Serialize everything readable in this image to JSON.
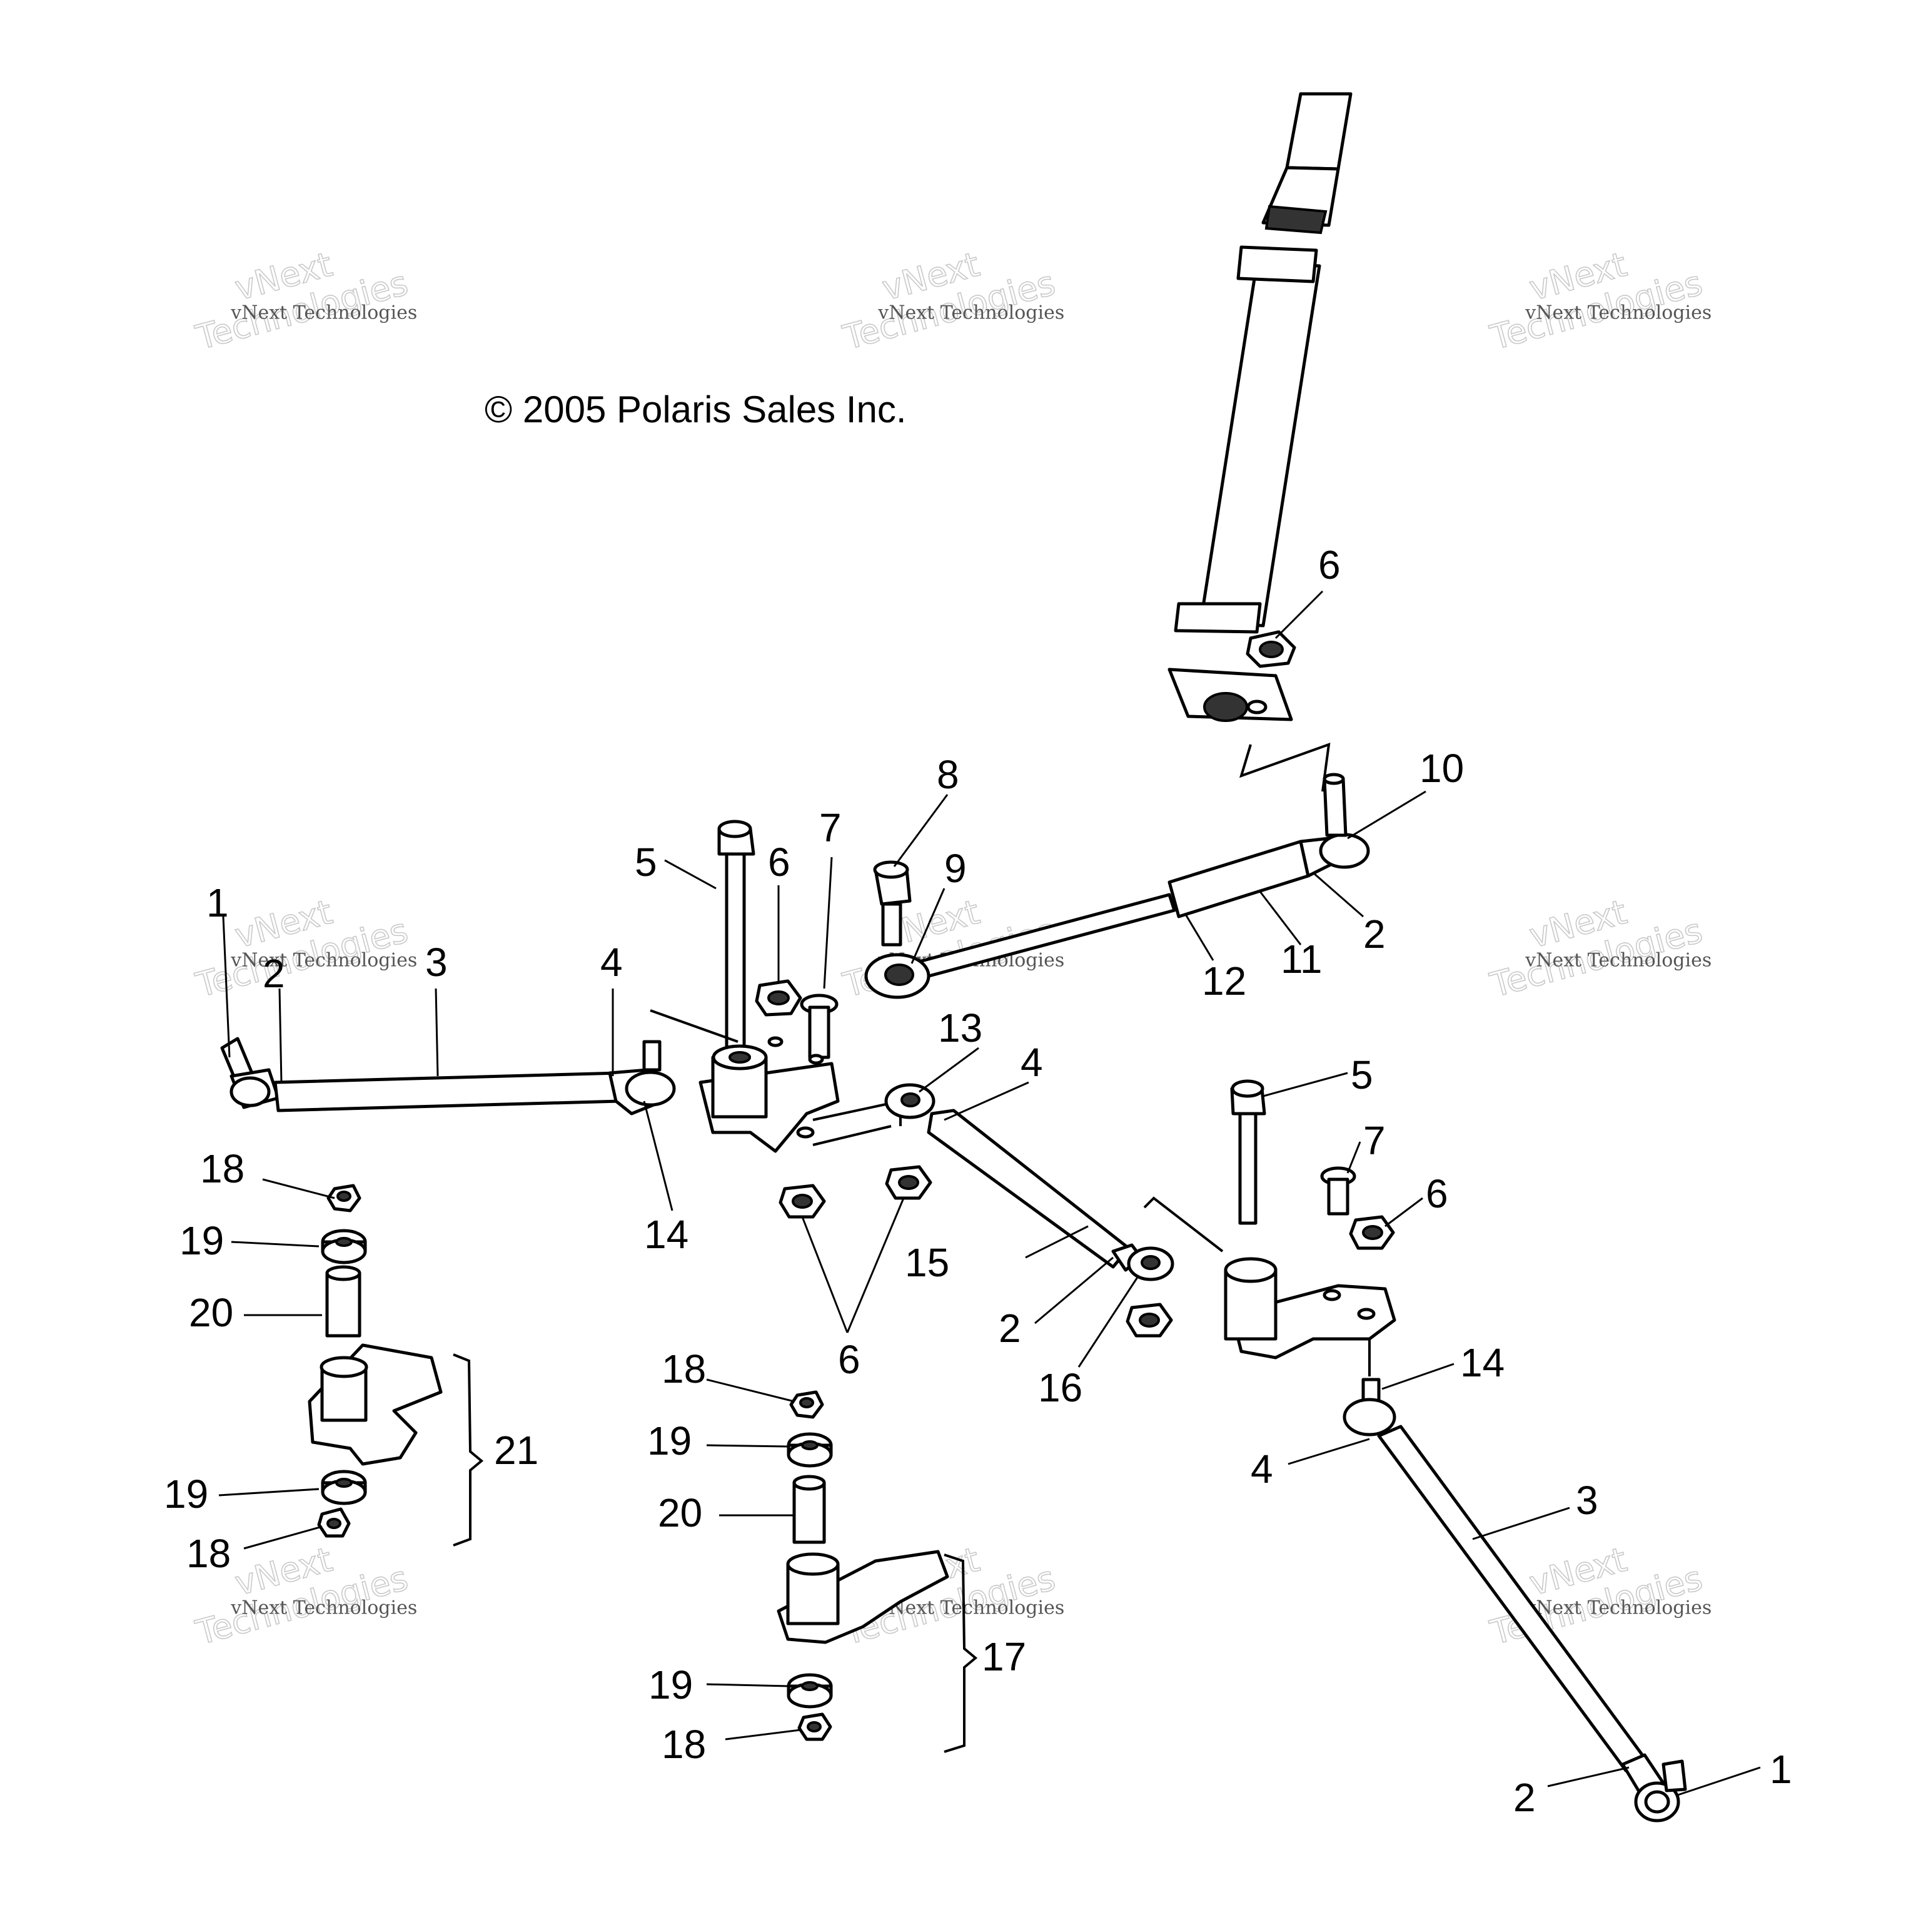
{
  "copyright": "© 2005 Polaris Sales Inc.",
  "watermark": {
    "line1": "vNext",
    "line2": "Technologies",
    "small": "vNext Technologies"
  },
  "callouts": {
    "c1_left": "1",
    "c2_left": "2",
    "c3_left": "3",
    "c4_left": "4",
    "c5_upper": "5",
    "c6_upper": "6",
    "c7_upper": "7",
    "c8": "8",
    "c9": "9",
    "c6_top": "6",
    "c10": "10",
    "c2_upper_right": "2",
    "c11": "11",
    "c12": "12",
    "c13": "13",
    "c4_mid": "4",
    "c14_left": "14",
    "c18_left_top": "18",
    "c19_left_top": "19",
    "c20_left": "20",
    "c21": "21",
    "c19_left_bottom": "19",
    "c18_left_bottom": "18",
    "c6_mid": "6",
    "c15": "15",
    "c2_mid": "2",
    "c16": "16",
    "c5_right": "5",
    "c7_right": "7",
    "c6_right": "6",
    "c14_right": "14",
    "c4_right": "4",
    "c3_right": "3",
    "c2_right": "2",
    "c1_right": "1",
    "c18_mid_top": "18",
    "c19_mid_top": "19",
    "c20_mid": "20",
    "c17": "17",
    "c19_mid_bottom": "19",
    "c18_mid_bottom": "18"
  }
}
